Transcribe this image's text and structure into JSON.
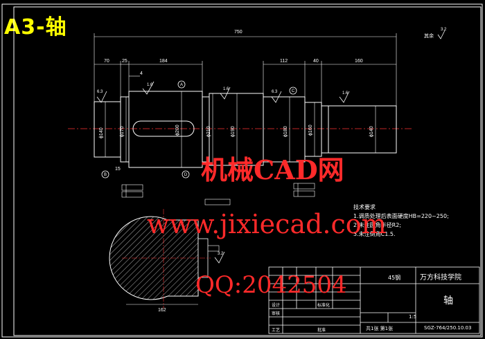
{
  "sheet_title": "A3-轴",
  "dims": {
    "overall": "750",
    "d70": "70",
    "d25": "25",
    "d184": "184",
    "d112": "112",
    "d40": "40",
    "d160": "160",
    "d4": "4",
    "d15": "15",
    "dia_left": "ϕ140",
    "dia_small": "ϕ170",
    "dia_mid1": "ϕ200",
    "dia_210": "ϕ210",
    "dia_190": "ϕ190",
    "dia_180": "ϕ180",
    "dia_160": "ϕ160",
    "dia_right": "ϕ140",
    "section_width": "162"
  },
  "roughness": {
    "r1": "6.3",
    "r2": "1.6",
    "r3": "1.6",
    "r4": "6.3",
    "r5": "1.6",
    "rest": "3.2",
    "rest_label": "其余",
    "sec": "3.2"
  },
  "datums": {
    "a": "A",
    "b": "B",
    "c": "C",
    "d": "D"
  },
  "watermarks": {
    "line1": "机械CAD网",
    "line2": "www.jixiecad.com",
    "line3": "QQ:2042504"
  },
  "notes": {
    "title": "技术要求",
    "n1": "1.调质处理后表面硬度HB=220~250;",
    "n2": "2.未注圆角半径R2;",
    "n3": "3.未注倒角C1.5."
  },
  "title_block": {
    "school": "万方科技学院",
    "part_name": "轴",
    "material": "45钢",
    "scale": "1:5",
    "drawing_no": "SGZ-764/250.10.03",
    "sheet": "共1张 第1张",
    "designer_label": "设计",
    "check_label": "审核",
    "process_label": "工艺",
    "std_label": "标准化",
    "approve_label": "批准"
  }
}
